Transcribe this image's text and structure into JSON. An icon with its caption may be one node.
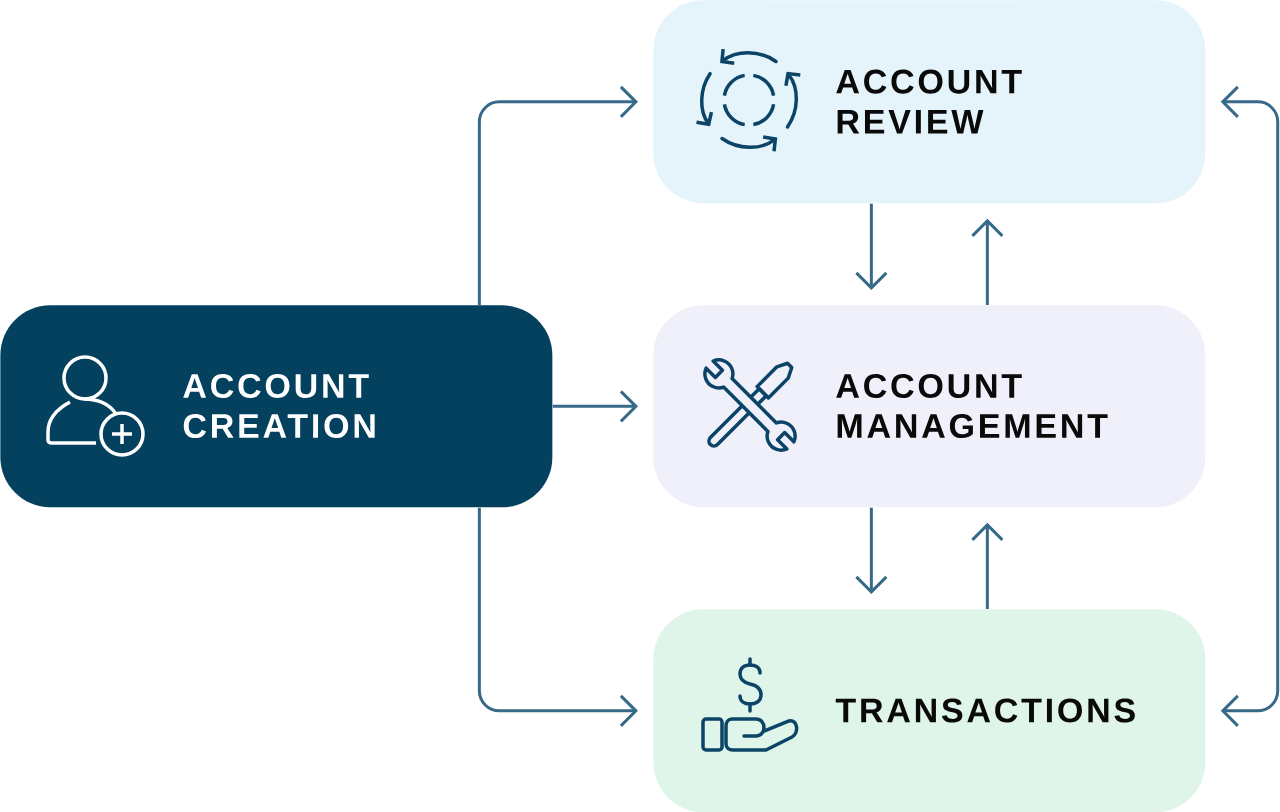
{
  "diagram": {
    "nodes": [
      {
        "text": [
          "ACCOUNT CREATION"
        ]
      },
      {
        "text": [
          "ACCOUNT REVIEW"
        ]
      },
      {
        "text": [
          "ACCOUNT MANAGEMENT"
        ]
      },
      {
        "text": [
          "TRANSACTIONS"
        ]
      }
    ],
    "edges": [
      {
        "from": 0,
        "to": 1,
        "arrow": "to"
      },
      {
        "from": 0,
        "to": 2,
        "arrow": "to"
      },
      {
        "from": 0,
        "to": 3,
        "arrow": "to"
      },
      {
        "from": 1,
        "to": 2,
        "arrow": "to"
      },
      {
        "from": 2,
        "to": 1,
        "arrow": "to"
      },
      {
        "from": 2,
        "to": 3,
        "arrow": "to"
      },
      {
        "from": 3,
        "to": 2,
        "arrow": "to"
      },
      {
        "from": 1,
        "to": 3,
        "arrow": "both"
      }
    ]
  }
}
